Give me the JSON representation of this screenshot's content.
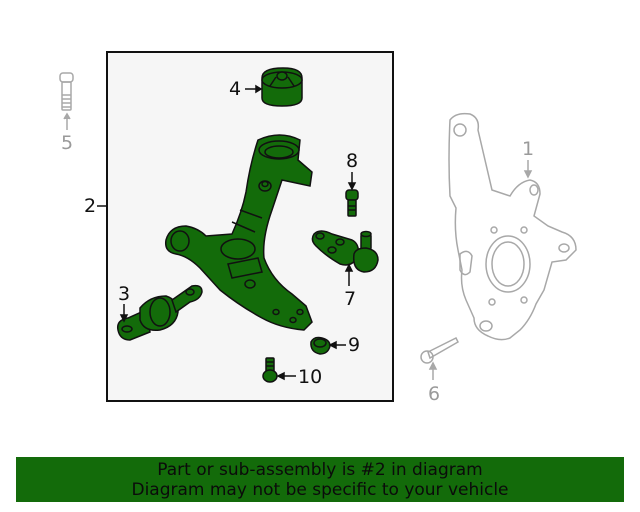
{
  "diagram": {
    "callouts": [
      {
        "number": "1",
        "part": "knuckle",
        "highlighted": false
      },
      {
        "number": "2",
        "part": "lower control arm assembly",
        "highlighted": true
      },
      {
        "number": "3",
        "part": "rear bushing",
        "highlighted": true
      },
      {
        "number": "4",
        "part": "front bushing",
        "highlighted": true
      },
      {
        "number": "5",
        "part": "bolt",
        "highlighted": false
      },
      {
        "number": "6",
        "part": "bolt",
        "highlighted": false
      },
      {
        "number": "7",
        "part": "ball joint",
        "highlighted": true
      },
      {
        "number": "8",
        "part": "bolt",
        "highlighted": true
      },
      {
        "number": "9",
        "part": "nut",
        "highlighted": true
      },
      {
        "number": "10",
        "part": "bolt",
        "highlighted": true
      }
    ],
    "colors": {
      "highlight_fill": "#136b0a",
      "outline": "#111111",
      "ghost_outline": "#a8a8a8",
      "box_fill": "#f6f6f6"
    }
  },
  "banner": {
    "line1": "Part or sub-assembly is #2 in diagram",
    "line2": "Diagram may not be specific to your vehicle",
    "background": "#136b0a"
  }
}
